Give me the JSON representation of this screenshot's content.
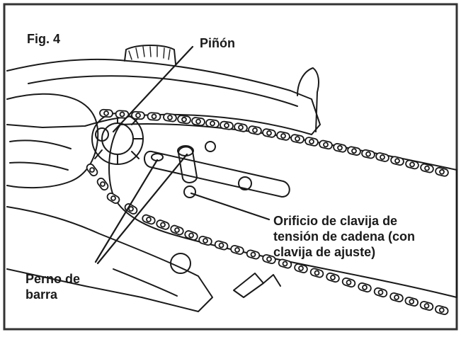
{
  "figure": {
    "fig_label": "Fig. 4",
    "callouts": {
      "pinon": "Piñón",
      "orificio": [
        "Orificio de clavija de",
        "tensión de cadena (con",
        "clavija de ajuste)"
      ],
      "perno": [
        "Perno de",
        "barra"
      ]
    }
  },
  "style": {
    "stroke": "#1a1a1a",
    "frame": "#333333",
    "background": "#ffffff"
  }
}
